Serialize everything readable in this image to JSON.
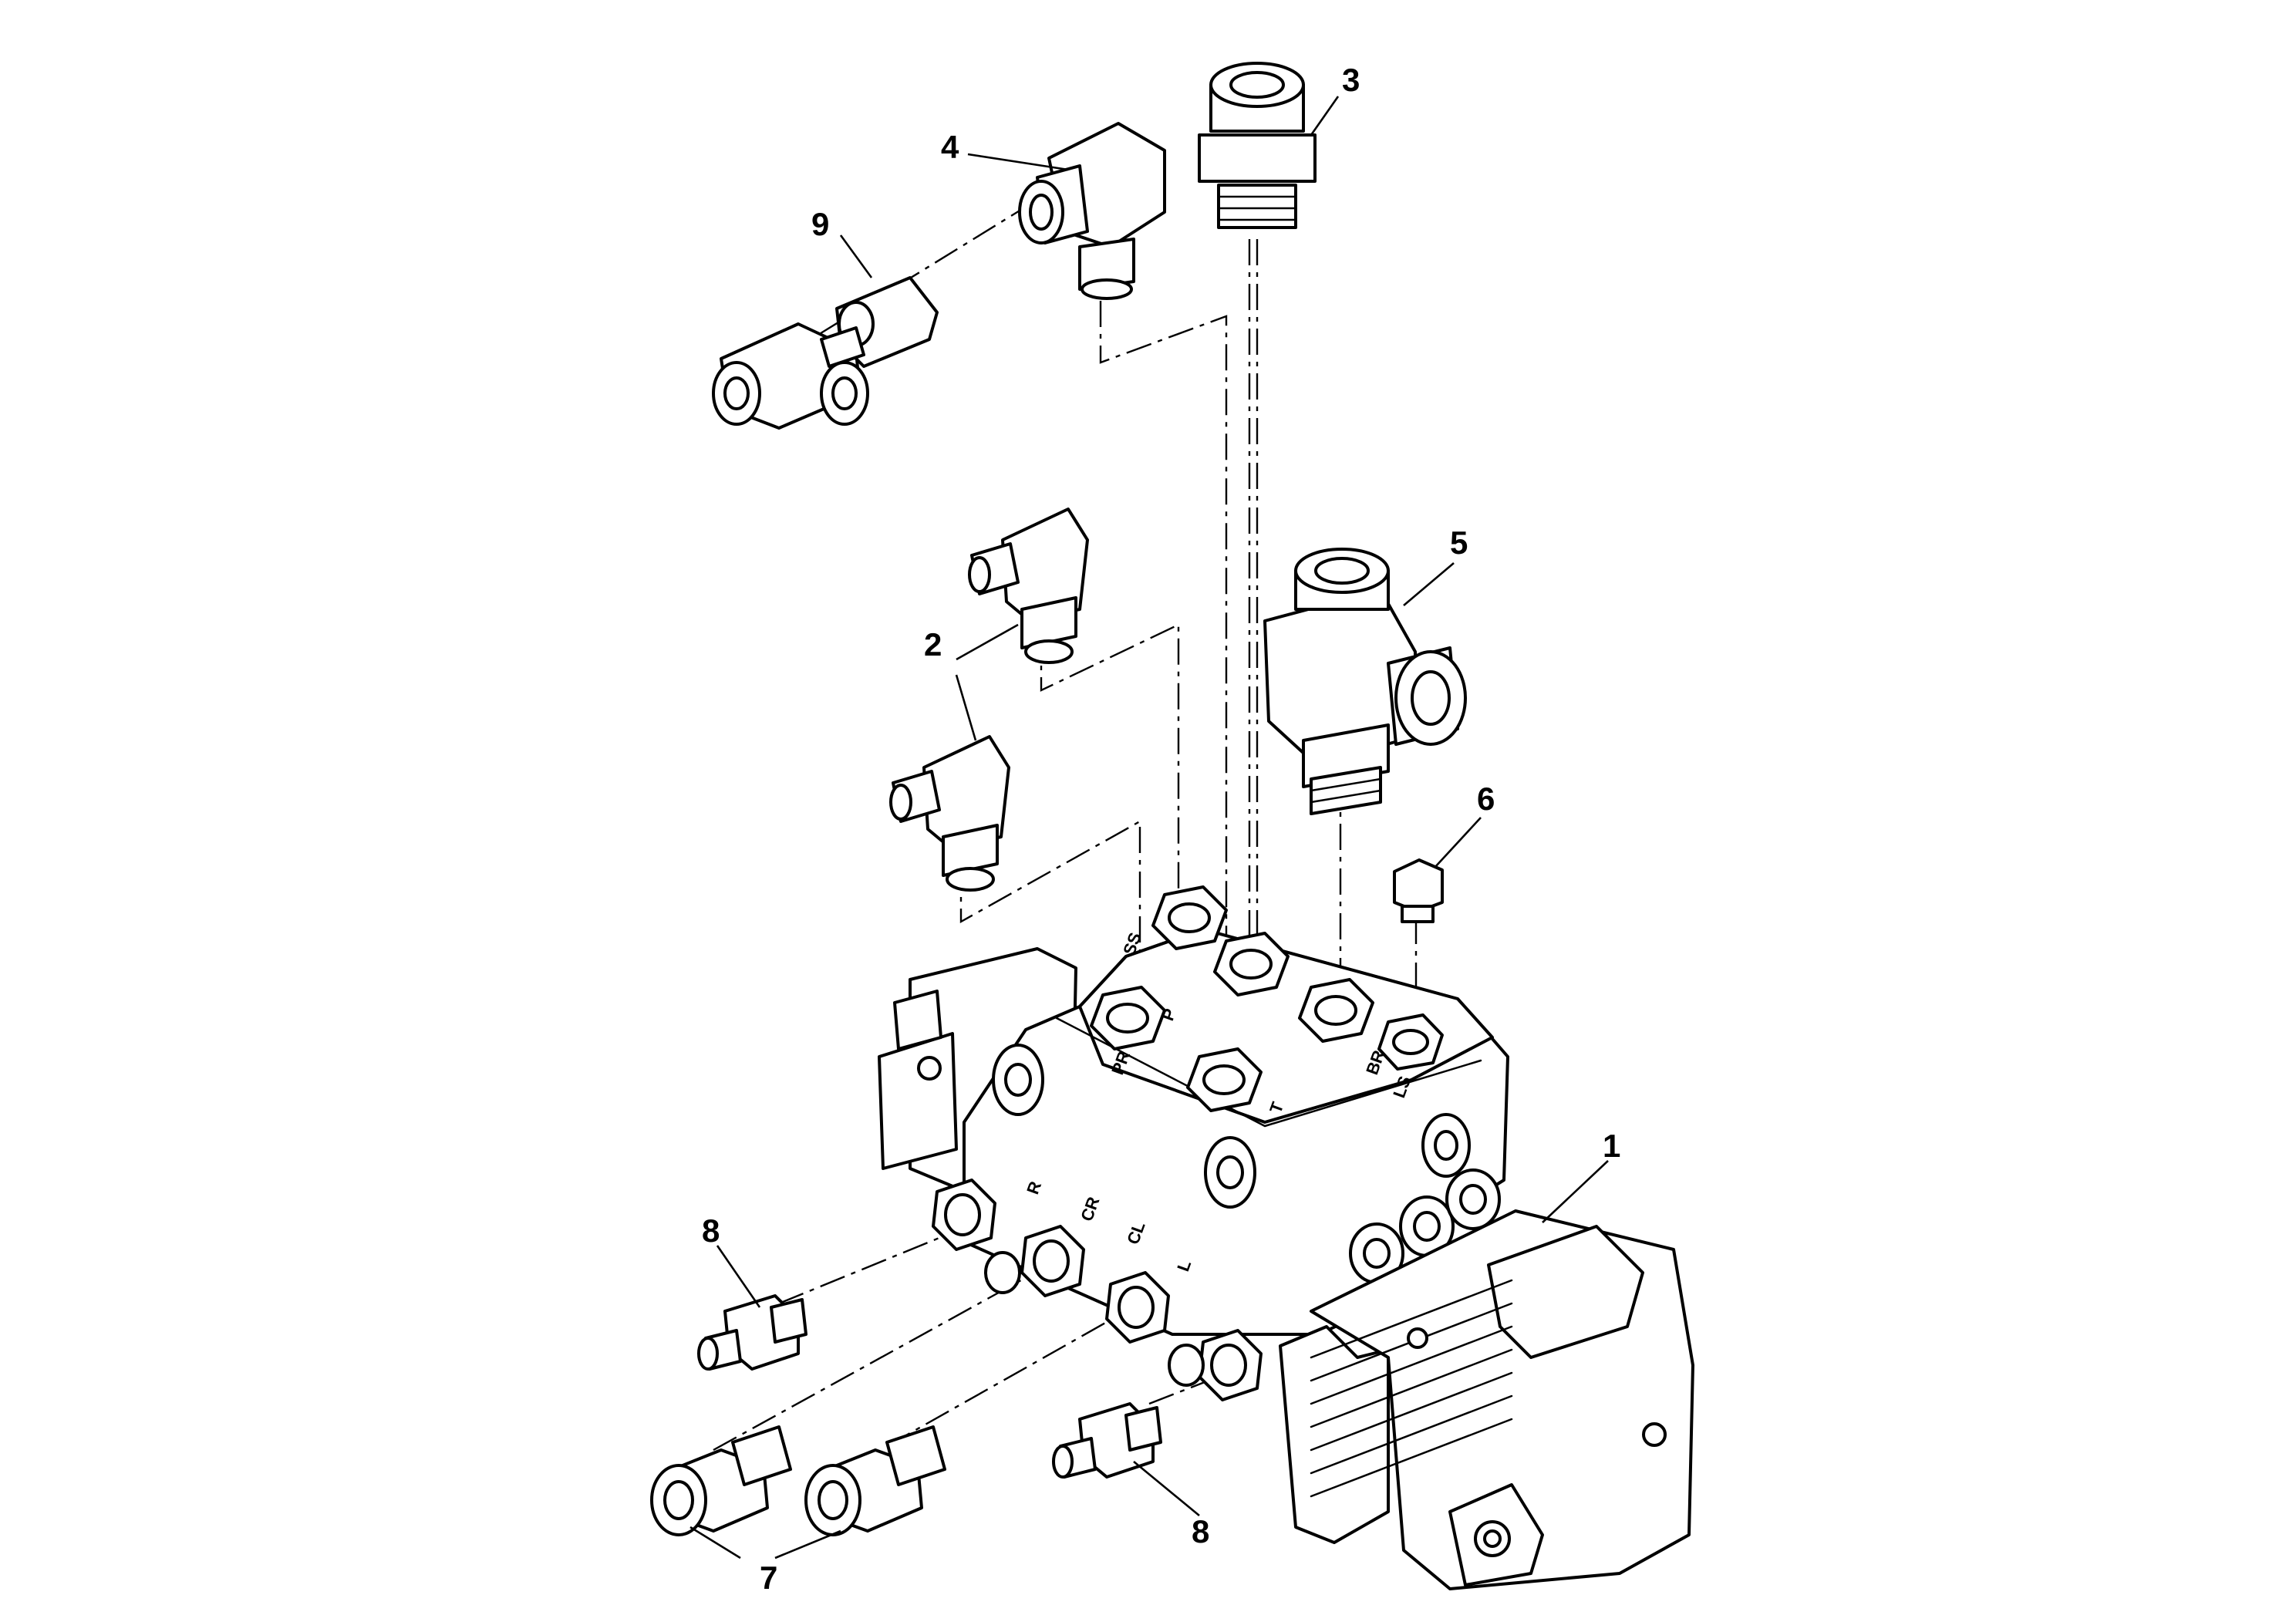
{
  "callouts": {
    "c1": "1",
    "c2": "2",
    "c3": "3",
    "c4": "4",
    "c5": "5",
    "c6": "6",
    "c7a": "7",
    "c8a": "8",
    "c8b": "8",
    "c9": "9"
  },
  "port_labels": {
    "top_p": "P",
    "top_t": "T",
    "top_ls": "LS",
    "top_br": "BR",
    "top_pr": "PR",
    "top_ss": "SS",
    "side_r": "R",
    "side_cr": "CR",
    "side_cl": "CL",
    "side_l": "L"
  }
}
